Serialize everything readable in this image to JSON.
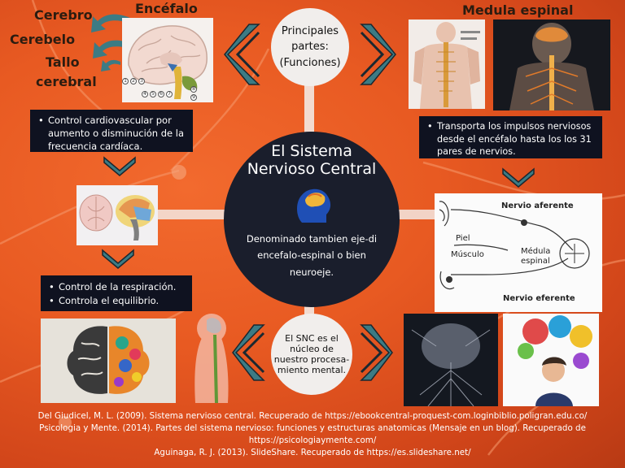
{
  "center": {
    "title_line1": "El Sistema",
    "title_line2": "Nervioso Central",
    "description_line1": "Denominado tambien eje-di",
    "description_line2": "encefalo-espinal o bien",
    "description_line3": "neuroeje."
  },
  "top_circle": {
    "line1": "Principales",
    "line2": "partes:",
    "line3": "(Funciones)"
  },
  "bottom_circle": {
    "line1": "El SNC es el",
    "line2": "núcleo de",
    "line3": "nuestro procesa-",
    "line4": "miento mental."
  },
  "encefalo": {
    "title": "Encéfalo",
    "part1": "Cerebro",
    "part2": "Cerebelo",
    "part3_line1": "Tallo",
    "part3_line2": "cerebral",
    "nums": [
      "1",
      "2",
      "3",
      "4",
      "5",
      "6",
      "7",
      "8",
      "9"
    ],
    "functions1": [
      "Control cardiovascular  por aumento o disminución de la frecuencia cardíaca."
    ],
    "functions2": [
      "Control de la respiración.",
      "Controla el equilibrio."
    ]
  },
  "medula": {
    "title": "Medula espinal",
    "functions": [
      "Transporta los impulsos nerviosos desde el encéfalo hasta los los 31 pares de nervios."
    ],
    "diagram": {
      "label_aferente": "Nervio aferente",
      "label_piel": "Piel",
      "label_musculo": "Músculo",
      "label_medula_1": "Médula",
      "label_medula_2": "espinal",
      "label_eferente": "Nervio eferente"
    }
  },
  "references": {
    "line1": "Del Giudicel, M. L. (2009). Sistema nervioso central. Recuperado de https://ebookcentral-proquest-com.loginbiblio.poligran.edu.co/",
    "line2": "Psicologia y Mente. (2014). Partes del sistema nervioso: funciones y estructuras anatomicas (Mensaje en un blog). Recuperado de",
    "line3": "https://psicologiaymente.com/",
    "line4": "Aguinaga, R. J. (2013). SlideShare.  Recuperado de https://es.slideshare.net/"
  },
  "colors": {
    "background": "#e85a22",
    "dark_box": "#0f1220",
    "chevron_teal": "#3c7b84"
  }
}
